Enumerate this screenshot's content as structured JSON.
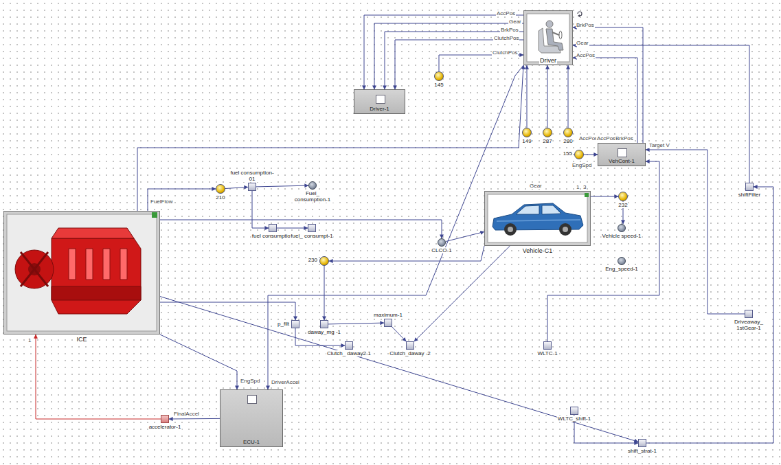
{
  "diagram": {
    "nodes": [
      {
        "text": [
          "Driver"
        ]
      },
      {
        "text": [
          "Driver-1"
        ]
      },
      {
        "text": [
          "145"
        ]
      },
      {
        "text": [
          "149"
        ]
      },
      {
        "text": [
          "287"
        ]
      },
      {
        "text": [
          "280"
        ]
      },
      {
        "text": [
          "155"
        ]
      },
      {
        "text": [
          "VehCont-1"
        ]
      },
      {
        "text": [
          "Vehicle-C1"
        ]
      },
      {
        "text": [
          "232"
        ]
      },
      {
        "text": [
          "Vehicle speed-1"
        ]
      },
      {
        "text": [
          "Eng_speed-1"
        ]
      },
      {
        "text": [
          "shiftFilter"
        ]
      },
      {
        "text": [
          "ICE"
        ]
      },
      {
        "text": [
          "210"
        ]
      },
      {
        "text": [
          "fuel consumption-01"
        ]
      },
      {
        "text": [
          "Fuel_ consumption-1"
        ]
      },
      {
        "text": [
          "fuel consumption"
        ]
      },
      {
        "text": [
          "fuel_ consumpt-1"
        ]
      },
      {
        "text": [
          "CLCO-1"
        ]
      },
      {
        "text": [
          "230"
        ]
      },
      {
        "text": [
          "p_filt"
        ]
      },
      {
        "text": [
          "daway_mg -1"
        ]
      },
      {
        "text": [
          "maximum-1"
        ]
      },
      {
        "text": [
          "Clutch_ daway2-1"
        ]
      },
      {
        "text": [
          "Clutch_daway -2"
        ]
      },
      {
        "text": [
          "WLTC-1"
        ]
      },
      {
        "text": [
          "Driveaway_ 1stGear-1"
        ]
      },
      {
        "text": [
          "ECU-1"
        ]
      },
      {
        "text": [
          "accelerator-1"
        ]
      },
      {
        "text": [
          "WLTC_shift-1"
        ]
      },
      {
        "text": [
          "shift_strat-1"
        ]
      }
    ],
    "edges": [
      {
        "from": 0,
        "to": 1,
        "arrow": "to",
        "label": "AccPos"
      },
      {
        "from": 0,
        "to": 1,
        "arrow": "to",
        "label": "Gear"
      },
      {
        "from": 0,
        "to": 1,
        "arrow": "to",
        "label": "BrkPos"
      },
      {
        "from": 0,
        "to": 1,
        "arrow": "to",
        "label": "ClutchPos"
      },
      {
        "from": 2,
        "to": 0,
        "arrow": "to",
        "label": "ClutchPos"
      },
      {
        "from": 7,
        "to": 0,
        "arrow": "to",
        "label": "AccPos"
      },
      {
        "from": 7,
        "to": 0,
        "arrow": "to",
        "label": "BrkPos"
      },
      {
        "from": 3,
        "to": 0,
        "arrow": "to"
      },
      {
        "from": 4,
        "to": 0,
        "arrow": "to"
      },
      {
        "from": 5,
        "to": 0,
        "arrow": "to"
      },
      {
        "from": 6,
        "to": 7,
        "arrow": "to"
      },
      {
        "from": 8,
        "to": 9,
        "arrow": "to"
      },
      {
        "from": 9,
        "to": 10,
        "arrow": "to"
      },
      {
        "from": 13,
        "to": 14,
        "arrow": "to",
        "label": "FuelFlow"
      },
      {
        "from": 14,
        "to": 15,
        "arrow": "to"
      },
      {
        "from": 15,
        "to": 16,
        "arrow": "to"
      },
      {
        "from": 15,
        "to": 17,
        "arrow": "to"
      },
      {
        "from": 17,
        "to": 18,
        "arrow": "to"
      },
      {
        "from": 13,
        "to": 19,
        "arrow": "to"
      },
      {
        "from": 19,
        "to": 8,
        "arrow": "to"
      },
      {
        "from": 8,
        "to": 20,
        "arrow": "to"
      },
      {
        "from": 13,
        "to": 21,
        "arrow": "to"
      },
      {
        "from": 21,
        "to": 24,
        "arrow": "to"
      },
      {
        "from": 22,
        "to": 23,
        "arrow": "to"
      },
      {
        "from": 20,
        "to": 22,
        "arrow": "to"
      },
      {
        "from": 23,
        "to": 25,
        "arrow": "to"
      },
      {
        "from": 8,
        "to": 25,
        "arrow": "to"
      },
      {
        "from": 26,
        "to": 7,
        "arrow": "to"
      },
      {
        "from": 27,
        "to": 7,
        "arrow": "to",
        "label": "Target V"
      },
      {
        "from": 12,
        "to": 0,
        "arrow": "to",
        "label": "Gear"
      },
      {
        "from": 31,
        "to": 12,
        "arrow": "to"
      },
      {
        "from": 30,
        "to": 31,
        "arrow": "to"
      },
      {
        "from": 13,
        "to": 28,
        "arrow": "to",
        "label": "EngSpd"
      },
      {
        "from": 0,
        "to": 28,
        "arrow": "to",
        "label": "DriverAccel"
      },
      {
        "from": 28,
        "to": 29,
        "arrow": "to",
        "label": "FinalAccel"
      },
      {
        "from": 29,
        "to": 13,
        "arrow": "to"
      },
      {
        "from": 13,
        "to": 31,
        "arrow": "to"
      },
      {
        "from": 13,
        "to": 0,
        "arrow": "to"
      }
    ],
    "labels": [
      "Gear",
      "1",
      "3",
      "AccPos",
      "AccPos",
      "BrkPos",
      "EngSpd",
      "1"
    ]
  }
}
